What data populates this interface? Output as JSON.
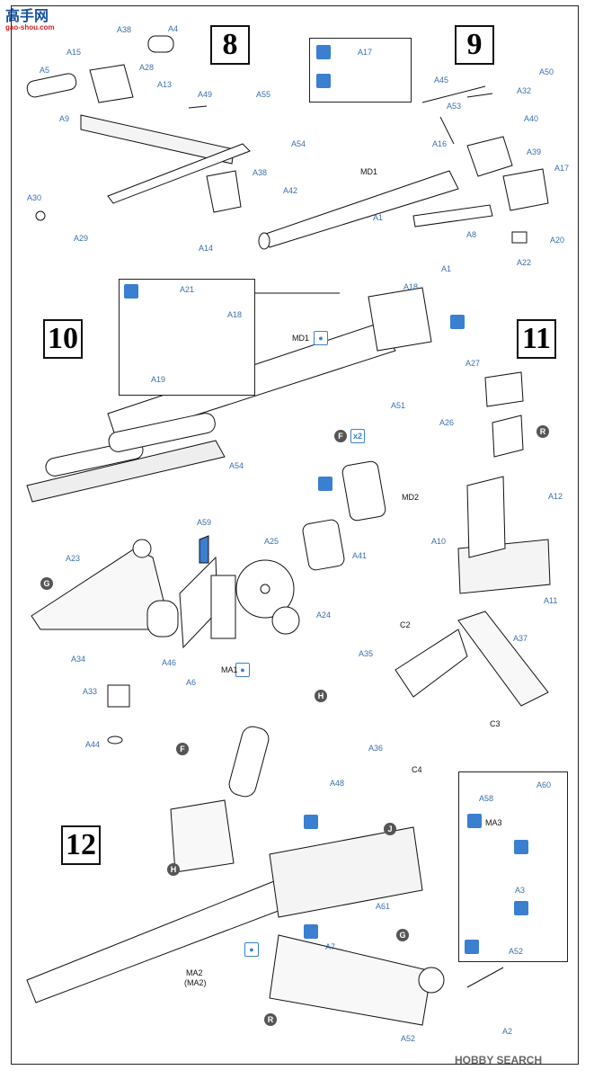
{
  "watermark_top": {
    "line1": "高手网",
    "line2": "gao-shou.com"
  },
  "watermark_bottom": {
    "brand": "HOBBY SEARCH"
  },
  "steps": [
    "8",
    "9",
    "10",
    "11",
    "12"
  ],
  "markers": {
    "F": "F",
    "G": "G",
    "H": "H",
    "J": "J",
    "R": "R"
  },
  "icon_x2": "x2",
  "labels": {
    "A38": "A38",
    "A4": "A4",
    "A15": "A15",
    "A28": "A28",
    "A5": "A5",
    "A13": "A13",
    "A9": "A9",
    "A49": "A49",
    "A55": "A55",
    "A54": "A54",
    "A38b": "A38",
    "A42": "A42",
    "A30": "A30",
    "A29": "A29",
    "A14": "A14",
    "A17": "A17",
    "A50": "A50",
    "A45": "A45",
    "A32": "A32",
    "A53": "A53",
    "A40": "A40",
    "A16": "A16",
    "A39": "A39",
    "A17b": "A17",
    "MD1": "MD1",
    "A1": "A1",
    "A8": "A8",
    "A20": "A20",
    "A22": "A22",
    "A1b": "A1",
    "A21": "A21",
    "A18": "A18",
    "A19": "A19",
    "A18b": "A18",
    "MD1b": "MD1",
    "A54b": "A54",
    "A27": "A27",
    "A26": "A26",
    "A12": "A12",
    "A10": "A10",
    "A11": "A11",
    "A51": "A51",
    "MD2": "MD2",
    "A41": "A41",
    "A59": "A59",
    "A23": "A23",
    "A25": "A25",
    "A24": "A24",
    "A34": "A34",
    "A46": "A46",
    "A6": "A6",
    "MA1": "MA1",
    "A33": "A33",
    "A44": "A44",
    "C2": "C2",
    "A35": "A35",
    "A37": "A37",
    "C3": "C3",
    "A36": "A36",
    "C4": "C4",
    "A48": "A48",
    "A58": "A58",
    "A60": "A60",
    "MA3": "MA3",
    "A3": "A3",
    "A52": "A52",
    "A61": "A61",
    "A7": "A7",
    "MA2": "MA2",
    "MA2p": "(MA2)",
    "A52b": "A52",
    "A2": "A2"
  }
}
